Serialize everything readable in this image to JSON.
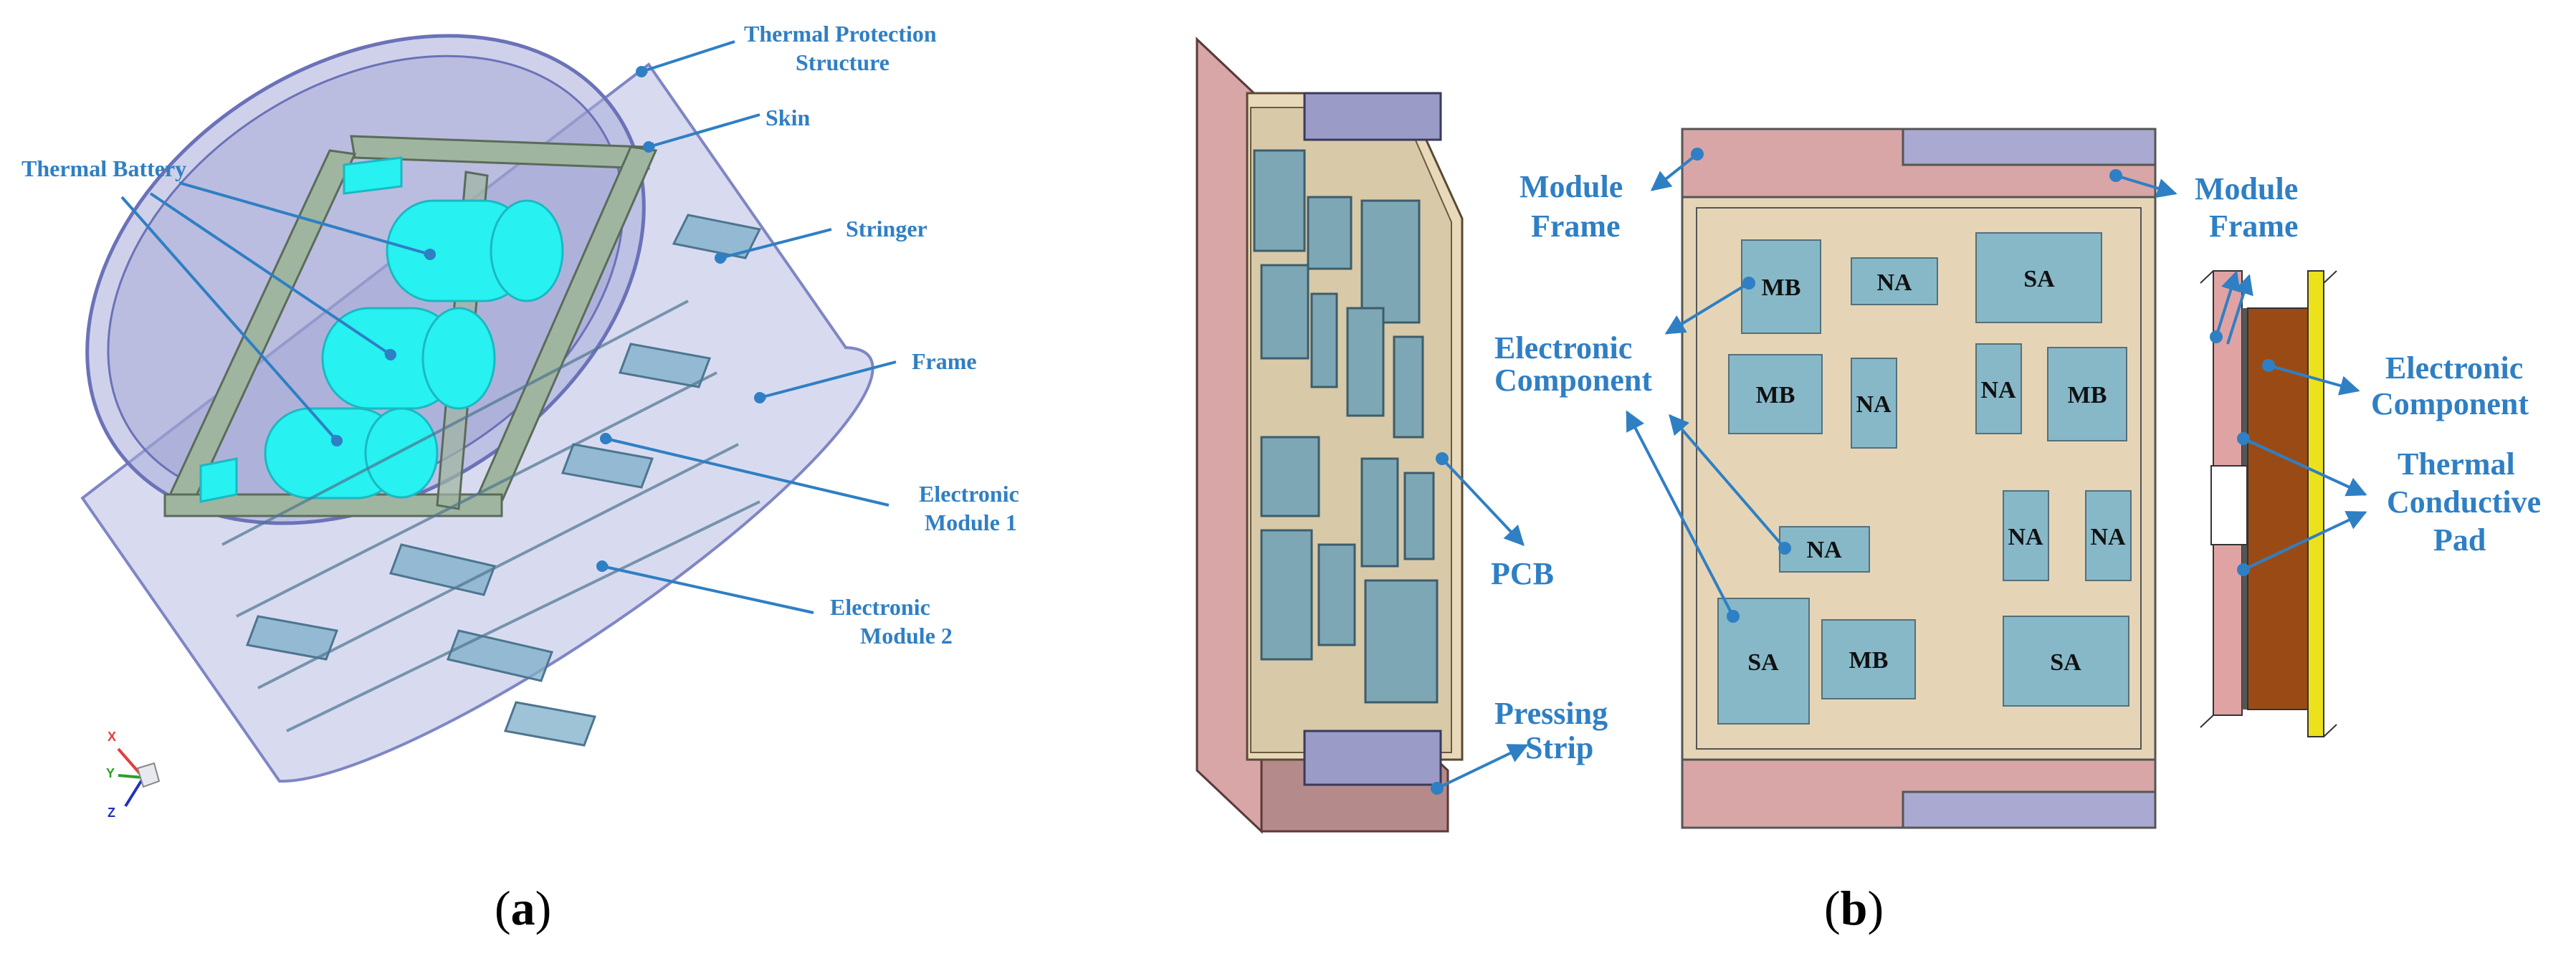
{
  "colors": {
    "label": "#2f7fc4",
    "component_fill": "#86b8c8",
    "board_fill": "#e5d5b6",
    "module_frame": "#d8a6a6",
    "pressing_strip": "#a9a9d1",
    "battery": "#27f1f1",
    "pad_brown": "#9a4b15",
    "pad_yellow": "#ece21b"
  },
  "panel_a": {
    "caption_open": "(",
    "caption_letter": "a",
    "caption_close": ")",
    "labels": {
      "thermal_protection_1": "Thermal Protection",
      "thermal_protection_2": "Structure",
      "skin": "Skin",
      "thermal_battery": "Thermal Battery",
      "stringer": "Stringer",
      "frame": "Frame",
      "electronic_module_1_a": "Electronic",
      "electronic_module_1_b": "Module 1",
      "electronic_module_2_a": "Electronic",
      "electronic_module_2_b": "Module 2"
    },
    "axes": {
      "x": "X",
      "y": "Y",
      "z": "Z"
    }
  },
  "panel_b": {
    "caption_open": "(",
    "caption_letter": "b",
    "caption_close": ")",
    "labels": {
      "pcb": "PCB",
      "pressing_1": "Pressing",
      "pressing_2": "Strip",
      "module_frame_left_1": "Module",
      "module_frame_left_2": "Frame",
      "electronic_component_left_1": "Electronic",
      "electronic_component_left_2": "Component",
      "module_frame_right_1": "Module",
      "module_frame_right_2": "Frame",
      "electronic_component_right_1": "Electronic",
      "electronic_component_right_2": "Component",
      "thermal_pad_1": "Thermal",
      "thermal_pad_2": "Conductive",
      "thermal_pad_3": "Pad"
    },
    "components": {
      "mb1": "MB",
      "na1": "NA",
      "sa1": "SA",
      "mb2": "MB",
      "na2": "NA",
      "na3": "NA",
      "mb3": "MB",
      "na4": "NA",
      "na5": "NA",
      "na6": "NA",
      "sa2": "SA",
      "mb4": "MB",
      "sa3": "SA"
    }
  }
}
